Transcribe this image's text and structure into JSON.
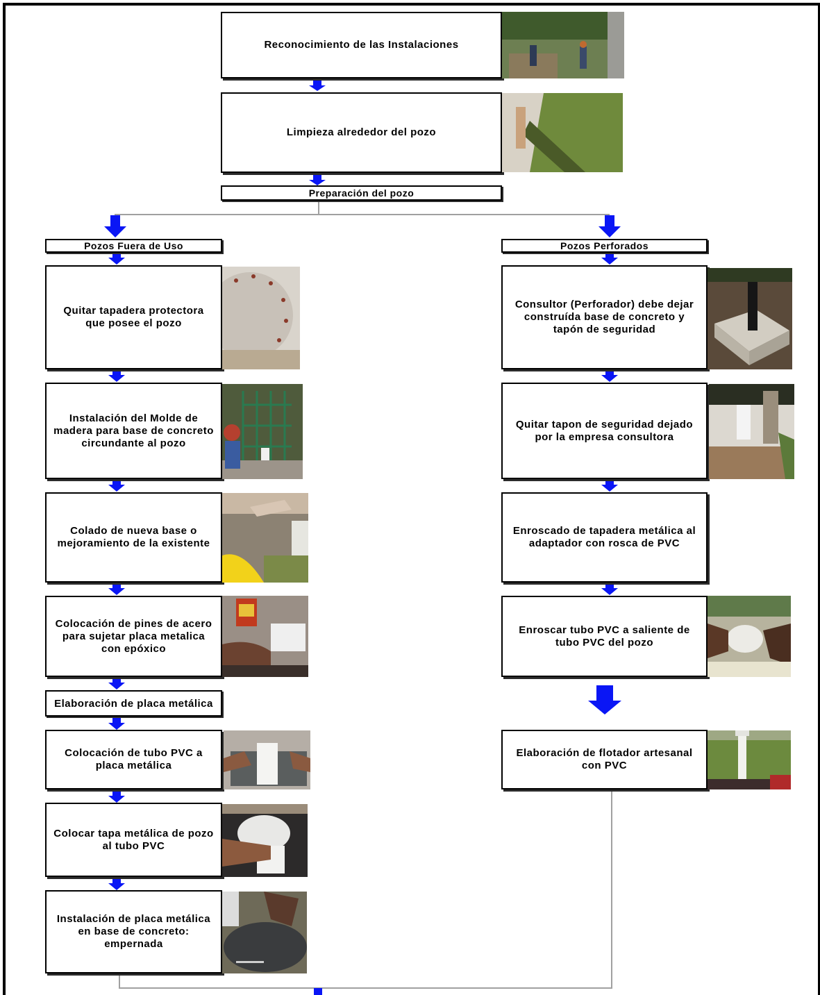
{
  "diagram": {
    "title_steps": [
      "Reconocimiento de las Instalaciones",
      "Limpieza alrededor del pozo",
      "Preparación del pozo"
    ],
    "left_branch": {
      "header": "Pozos Fuera de Uso",
      "steps": [
        "Quitar tapadera protectora que posee el pozo",
        "Instalación del Molde de madera para base de concreto circundante al pozo",
        "Colado de nueva base o mejoramiento de la existente",
        "Colocación de pines de acero para sujetar placa metalica con epóxico",
        "Elaboración de placa metálica",
        "Colocación de tubo PVC a placa metálica",
        "Colocar tapa metálica de pozo al tubo PVC",
        "Instalación de placa metálica en base de concreto: empernada"
      ]
    },
    "right_branch": {
      "header": "Pozos Perforados",
      "steps": [
        "Consultor (Perforador) debe dejar construída base de concreto y tapón de seguridad",
        "Quitar tapon de seguridad dejado por la empresa consultora",
        "Enroscado de tapadera metálica al adaptador con rosca de PVC",
        "Enroscar tubo PVC a saliente de tubo PVC del pozo",
        "Elaboración de flotador artesanal con PVC"
      ]
    },
    "colors": {
      "arrow": "#0a16f5",
      "connector": "#a0a0a0",
      "box_border": "#000000"
    }
  }
}
